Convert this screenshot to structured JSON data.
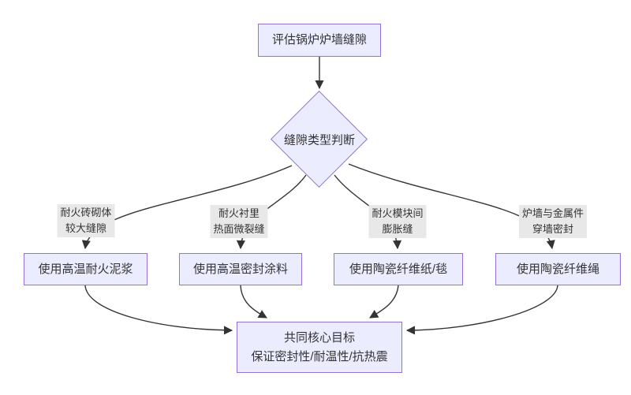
{
  "diagram": {
    "start_node": "评估锅炉炉墙缝隙",
    "decision_node": "缝隙类型判断",
    "branches": [
      {
        "label_line1": "耐火砖砌体",
        "label_line2": "较大缝隙",
        "solution": "使用高温耐火泥浆"
      },
      {
        "label_line1": "耐火衬里",
        "label_line2": "热面微裂缝",
        "solution": "使用高温密封涂料"
      },
      {
        "label_line1": "耐火模块间",
        "label_line2": "膨胀缝",
        "solution": "使用陶瓷纤维纸/毯"
      },
      {
        "label_line1": "炉墙与金属件",
        "label_line2": "穿墙密封",
        "solution": "使用陶瓷纤维绳"
      }
    ],
    "goal_node": {
      "line1": "共同核心目标",
      "line2": "保证密封性/耐温性/抗热震"
    }
  },
  "colors": {
    "node_fill": "#ECECFF",
    "node_border": "#9370DB",
    "edge_label_bg": "#e8e8e8",
    "edge_line": "#333333",
    "text": "#333333",
    "background": "#ffffff"
  }
}
